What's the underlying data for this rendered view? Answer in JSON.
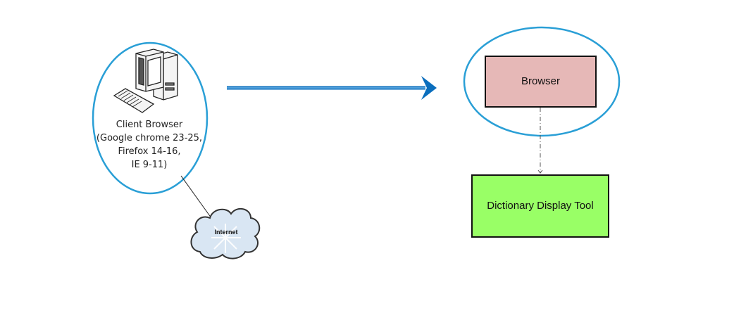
{
  "client": {
    "line1": "Client Browser",
    "line2": "(Google chrome 23-25,",
    "line3": "Firefox 14-16,",
    "line4": "IE 9-11)"
  },
  "cloud": {
    "label": "Internet"
  },
  "browser_box": {
    "label": "Browser"
  },
  "tool_box": {
    "label": "Dictionary Display Tool"
  },
  "colors": {
    "ellipse_stroke": "#2a9fd6",
    "arrow": "#0a6ebd",
    "browser_fill": "#e6b8b7",
    "tool_fill": "#99ff66",
    "cloud_fill": "#d9e6f3"
  }
}
